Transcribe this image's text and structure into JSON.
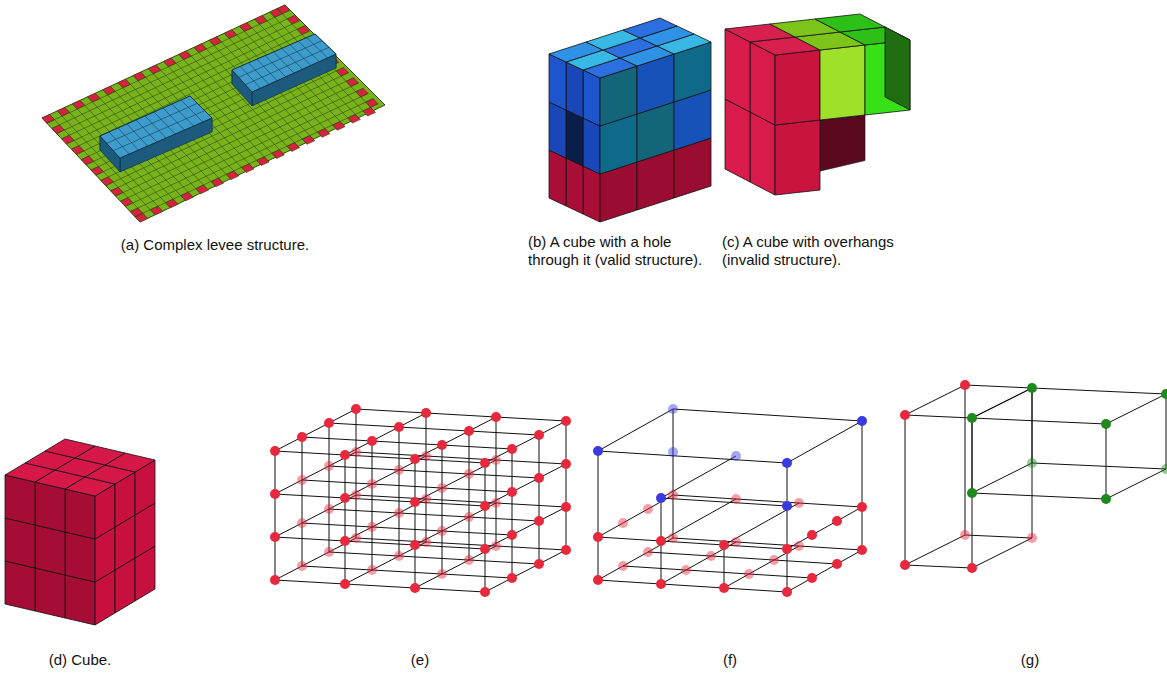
{
  "diagram": {
    "labels": [
      "(a) Complex levee structure.",
      "(b) A cube with a hole through it (valid structure).",
      "(c) A cube with overhangs (invalid structure).",
      "(d) Cube.",
      "(e)",
      "(f)",
      "(g)"
    ]
  }
}
